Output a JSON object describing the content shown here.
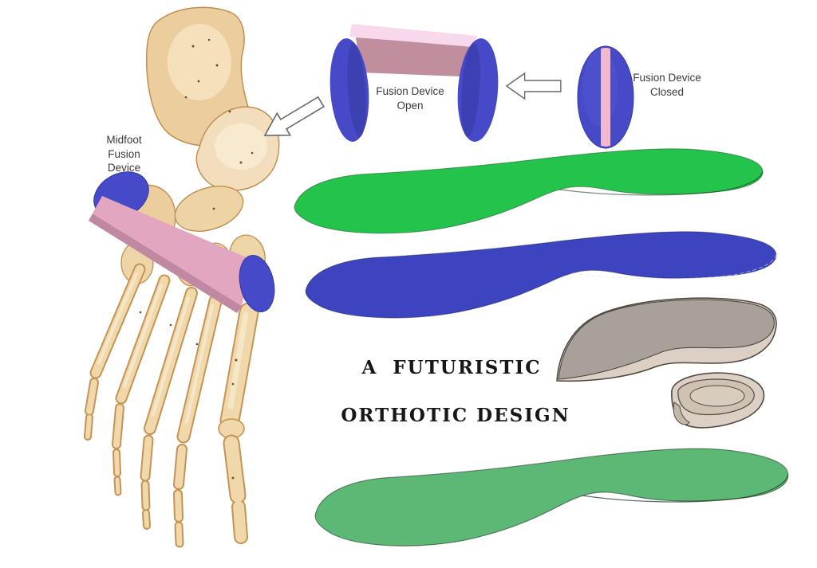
{
  "document": {
    "background": "#ffffff",
    "description": "Midfoot fusion device and futuristic orthotic design concept figure"
  },
  "labels": {
    "midfoot_device": "Midfoot\nFusion\nDevice",
    "fusion_open": "Fusion Device\nOpen",
    "fusion_closed": "Fusion Device\nClosed"
  },
  "title": {
    "line1": "A FUTURISTIC",
    "line2": "ORTHOTIC DESIGN"
  },
  "figures": {
    "foot_skeleton": "foot-skeleton-dorsal-view",
    "midfoot_fusion_device": "pink-band-with-blue-end-domes",
    "fusion_device_open": "two-blue-discs-with-pink-bridge",
    "fusion_device_closed": "blue-oval-with-pink-stripe",
    "arrow_to_foot": "block-arrow-down-left",
    "arrow_closed_to_open": "block-arrow-left",
    "insole_top": "bright-green-insole",
    "insole_middle": "blue-insole",
    "insole_bottom": "soft-green-insole",
    "arch_wedge": "gray-arch-support-wedge",
    "heel_cup": "tan-heel-cup"
  },
  "colors": {
    "insole_green_bright": "#23c34c",
    "insole_blue": "#3d44c0",
    "insole_green_soft": "#5cb875",
    "device_blue": "#4649c8",
    "device_blue_dark": "#34389c",
    "band_pink": "#e2a6c0",
    "band_pink_dark": "#c188a4",
    "band_top_light": "#f8d9ec",
    "band_face_mauve": "#c08e9d",
    "closed_stripe_pink": "#f2b8d0",
    "bone_fill": "#f0d7a8",
    "bone_outline": "#c18f50",
    "bone_highlight": "#f8ead0",
    "wedge_gray": "#a8a19a",
    "wedge_tan": "#dbd0c3",
    "arrow_fill": "#ffffff",
    "arrow_outline": "#6a6a6a",
    "label_text": "#3b3b3b",
    "title_text": "#171717"
  }
}
